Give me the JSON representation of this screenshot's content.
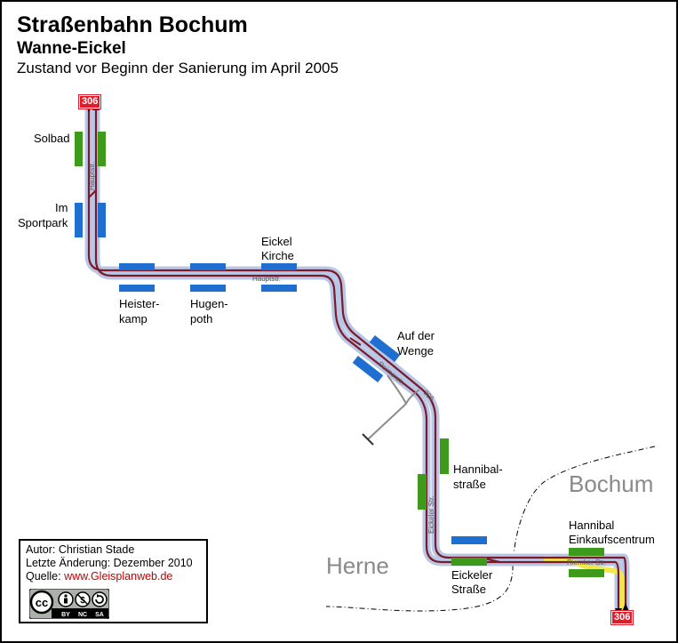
{
  "title": "Straßenbahn Bochum",
  "subtitle": "Wanne-Eickel",
  "description": "Zustand vor Beginn der Sanierung im April 2005",
  "line_number": "306",
  "stations": {
    "solbad": "Solbad",
    "sportpark_1": "Im",
    "sportpark_2": "Sportpark",
    "heisterkamp_1": "Heister-",
    "heisterkamp_2": "kamp",
    "hugenpoth_1": "Hugen-",
    "hugenpoth_2": "poth",
    "eickel_kirche_1": "Eickel",
    "eickel_kirche_2": "Kirche",
    "auf_der_wenge_1": "Auf der",
    "auf_der_wenge_2": "Wenge",
    "hannibalstrasse_1": "Hannibal-",
    "hannibalstrasse_2": "straße",
    "eickeler_strasse_1": "Eickeler",
    "eickeler_strasse_2": "Straße",
    "hannibal_ekz_1": "Hannibal",
    "hannibal_ekz_2": "Einkaufscentrum"
  },
  "streets": {
    "hauptstr_vertical": "Hauptstr.",
    "hauptstr_horizontal": "Hauptstr.",
    "reimerstr": "Reimerstr.",
    "eickeler_str": "Eickeler Str.",
    "riemker_str": "Riemker Str.",
    "route_label": "306"
  },
  "cities": {
    "bochum": "Bochum",
    "herne": "Herne"
  },
  "info": {
    "author": "Autor: Christian Stade",
    "last_change": "Letzte Änderung: Dezember 2010",
    "source_prefix": "Quelle: ",
    "source_link": "www.Gleisplanweb.de",
    "license": {
      "cc": "cc",
      "by": "BY",
      "nc": "NC",
      "sa": "SA"
    }
  },
  "colors": {
    "track": "#7a1a2a",
    "track_halo": "#b9c7e6",
    "platform_blue": "#1e6fd0",
    "platform_green": "#3e9a1a",
    "yellow_route": "#f2e84a",
    "badge_red": "#e21b2a",
    "city_gray": "#8a8a8a"
  }
}
